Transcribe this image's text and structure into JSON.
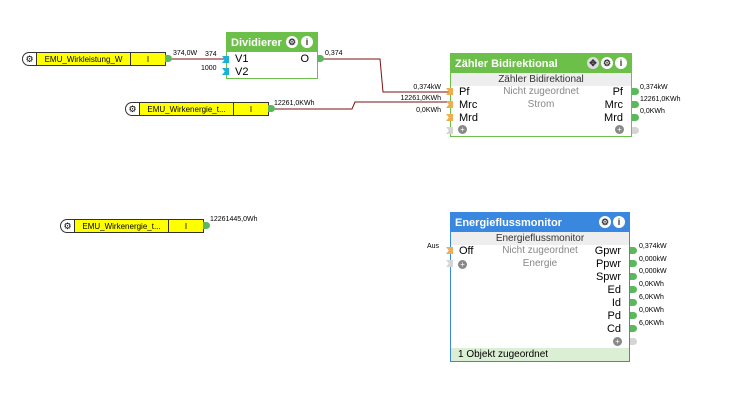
{
  "inputs": [
    {
      "name": "EMU_Wirkleistung_W",
      "value": "I",
      "output": "374,0W"
    },
    {
      "name": "EMU_Wirkenergie_t...",
      "value": "I",
      "output": "12261,0KWh"
    },
    {
      "name": "EMU_Wirkenergie_t...",
      "value": "I",
      "output": "12261445,0Wh"
    }
  ],
  "dividierer": {
    "title": "Dividierer",
    "in": [
      {
        "label": "V1",
        "value": "374"
      },
      {
        "label": "V2",
        "value": "1000"
      }
    ],
    "out": {
      "label": "O",
      "value": "0,374"
    }
  },
  "zaehler": {
    "title": "Zähler Bidirektional",
    "subtitle": "Zähler Bidirektional",
    "status": "Nicht zugeordnet",
    "category": "Strom",
    "in": [
      {
        "label": "Pf",
        "value": "0,374kW"
      },
      {
        "label": "Mrc",
        "value": "12261,0KWh"
      },
      {
        "label": "Mrd",
        "value": "0,0KWh"
      }
    ],
    "out": [
      {
        "label": "Pf",
        "value": "0,374kW"
      },
      {
        "label": "Mrc",
        "value": "12261,0KWh"
      },
      {
        "label": "Mrd",
        "value": "0,0KWh"
      }
    ]
  },
  "efm": {
    "title": "Energieflussmonitor",
    "subtitle": "Energieflussmonitor",
    "status": "Nicht zugeordnet",
    "category": "Energie",
    "in": [
      {
        "label": "Off",
        "value": "Aus"
      }
    ],
    "out": [
      {
        "label": "Gpwr",
        "value": "0,374kW"
      },
      {
        "label": "Ppwr",
        "value": "0,000kW"
      },
      {
        "label": "Spwr",
        "value": "0,000kW"
      },
      {
        "label": "Ed",
        "value": "0,0KWh"
      },
      {
        "label": "Id",
        "value": "6,0KWh"
      },
      {
        "label": "Pd",
        "value": "0,0KWh"
      },
      {
        "label": "Cd",
        "value": "6,0KWh"
      }
    ],
    "footer": "1 Objekt zugeordnet"
  },
  "colors": {
    "green": "#6cc04a",
    "blue": "#3a87e0",
    "wire": "#7a1010"
  }
}
